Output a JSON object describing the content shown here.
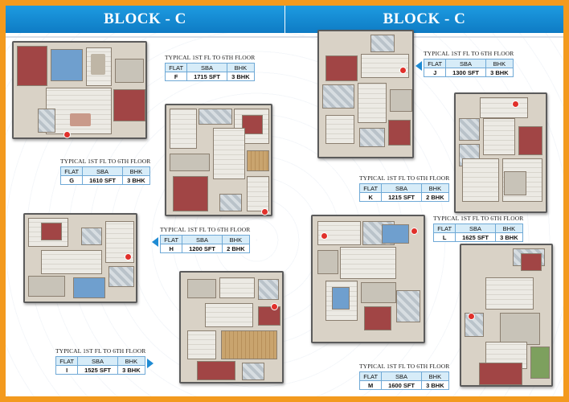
{
  "headers": {
    "left": "BLOCK - C",
    "right": "BLOCK - C"
  },
  "table_headers": {
    "flat": "FLAT",
    "sba": "SBA",
    "bhk": "BHK"
  },
  "units": [
    {
      "id": "F",
      "title": "TYPICAL 1ST FL TO 6TH  FLOOR",
      "flat": "F",
      "sba": "1715 SFT",
      "bhk": "3 BHK"
    },
    {
      "id": "G",
      "title": "TYPICAL 1ST FL TO 6TH FLOOR",
      "flat": "G",
      "sba": "1610 SFT",
      "bhk": "3 BHK"
    },
    {
      "id": "H",
      "title": "TYPICAL 1ST FL TO 6TH  FLOOR",
      "flat": "H",
      "sba": "1200 SFT",
      "bhk": "2 BHK"
    },
    {
      "id": "I",
      "title": "TYPICAL 1ST FL TO 6TH FLOOR",
      "flat": "I",
      "sba": "1525 SFT",
      "bhk": "3 BHK"
    },
    {
      "id": "J",
      "title": "TYPICAL 1ST FL TO 6TH  FLOOR",
      "flat": "J",
      "sba": "1300 SFT",
      "bhk": "3 BHK"
    },
    {
      "id": "K",
      "title": "TYPICAL 1ST FL TO 6TH FLOOR",
      "flat": "K",
      "sba": "1215 SFT",
      "bhk": "2 BHK"
    },
    {
      "id": "L",
      "title": "TYPICAL 1ST FL TO 6TH  FLOOR",
      "flat": "L",
      "sba": "1625 SFT",
      "bhk": "3 BHK"
    },
    {
      "id": "M",
      "title": "TYPICAL 1ST FL TO 6TH FLOOR",
      "flat": "M",
      "sba": "1600 SFT",
      "bhk": "3 BHK"
    }
  ],
  "colors": {
    "frame": "#f39a1e",
    "header": "#1587d0",
    "table_header": "#d7ecf8",
    "table_border": "#6fa9d6"
  }
}
